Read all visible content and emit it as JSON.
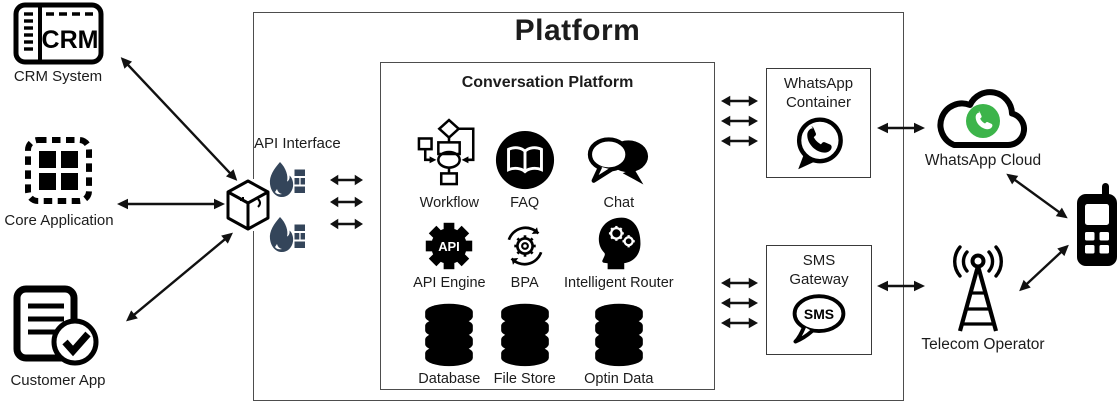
{
  "title": "Platform",
  "colors": {
    "line_black": "#1c1c1c",
    "box_border": "#4d4d4d",
    "firewall_navy": "#34455a",
    "whatsapp_green": "#3cb44a"
  },
  "left_nodes": {
    "crm": {
      "label": "CRM System",
      "icon_text": "CRM"
    },
    "core": {
      "label": "Core Application"
    },
    "customer": {
      "label": "Customer App"
    }
  },
  "api_interface": {
    "label": "API Interface"
  },
  "conversation_platform": {
    "title": "Conversation Platform",
    "modules": [
      {
        "label": "Workflow"
      },
      {
        "label": "FAQ"
      },
      {
        "label": "Chat"
      },
      {
        "label": "API Engine",
        "icon_text": "API"
      },
      {
        "label": "BPA"
      },
      {
        "label": "Intelligent Router"
      },
      {
        "label": "Database"
      },
      {
        "label": "File Store"
      },
      {
        "label": "Optin Data"
      }
    ]
  },
  "gateways": {
    "whatsapp": {
      "line1": "WhatsApp",
      "line2": "Container"
    },
    "sms": {
      "line1": "SMS",
      "line2": "Gateway",
      "bubble_text": "SMS"
    }
  },
  "right_nodes": {
    "whatsapp_cloud": {
      "label": "WhatsApp Cloud"
    },
    "telecom": {
      "label": "Telecom Operator"
    }
  }
}
